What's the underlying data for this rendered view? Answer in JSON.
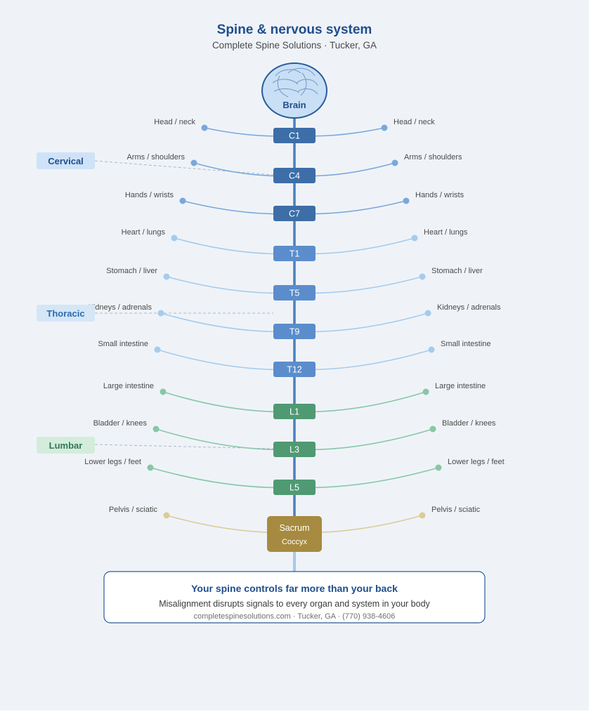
{
  "title": "Spine & nervous system",
  "subtitle": "Complete Spine Solutions · Tucker, GA",
  "brain": {
    "label": "Brain"
  },
  "colors": {
    "cervical": "#3d6ea8",
    "cervical_nerve": "#7aa8dc",
    "thoracic": "#5b8dcc",
    "thoracic_nerve": "#a6cbed",
    "lumbar": "#4f9a73",
    "lumbar_nerve": "#88c7a5",
    "sacrum": "#a68a3f",
    "sacrum_nerve": "#dccb98",
    "cervical_tag_bg": "#cfe2f7",
    "thoracic_tag_bg": "#d5e6f6",
    "lumbar_tag_bg": "#d4ecdc"
  },
  "regions": [
    {
      "label": "Cervical",
      "color": "#1f4e8c"
    },
    {
      "label": "Thoracic",
      "color": "#2b6cb0"
    },
    {
      "label": "Lumbar",
      "color": "#2f7a52"
    }
  ],
  "vertebrae": [
    {
      "label": "C1",
      "region": "cervical",
      "organ": "Head / neck"
    },
    {
      "label": "C4",
      "region": "cervical",
      "organ": "Arms / shoulders"
    },
    {
      "label": "C7",
      "region": "cervical",
      "organ": "Hands / wrists"
    },
    {
      "label": "T1",
      "region": "thoracic",
      "organ": "Heart / lungs"
    },
    {
      "label": "T5",
      "region": "thoracic",
      "organ": "Stomach / liver"
    },
    {
      "label": "T9",
      "region": "thoracic",
      "organ": "Kidneys / adrenals"
    },
    {
      "label": "T12",
      "region": "thoracic",
      "organ": "Small intestine"
    },
    {
      "label": "L1",
      "region": "lumbar",
      "organ": "Large intestine"
    },
    {
      "label": "L3",
      "region": "lumbar",
      "organ": "Bladder / knees"
    },
    {
      "label": "L5",
      "region": "lumbar",
      "organ": "Lower legs / feet"
    }
  ],
  "sacrum": {
    "label": "Sacrum",
    "sublabel": "Coccyx",
    "organ": "Pelvis / sciatic"
  },
  "footer": {
    "title": "Your spine controls far more than your back",
    "text": "Misalignment disrupts signals to every organ and system in your body",
    "contact": "completespinesolutions.com · Tucker, GA · (770) 938-4606"
  }
}
